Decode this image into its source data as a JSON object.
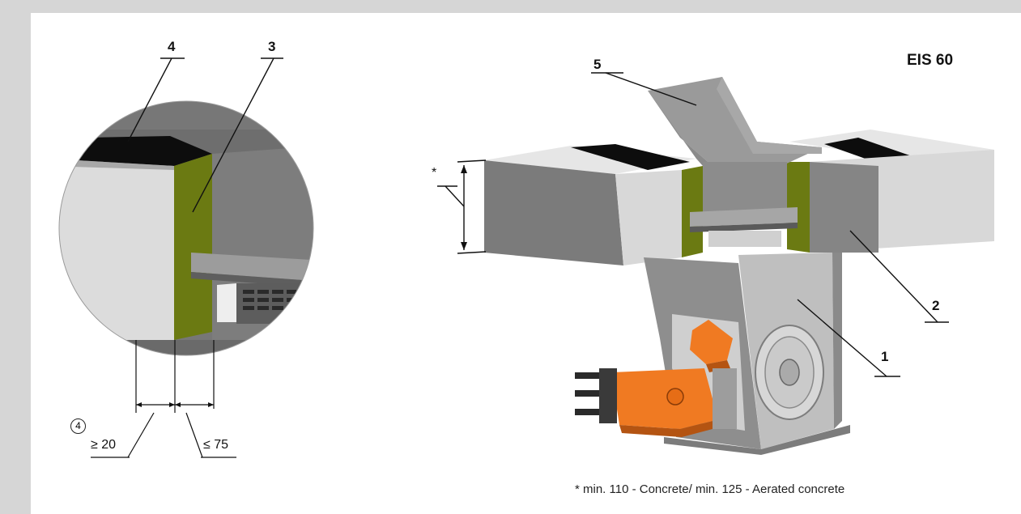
{
  "title": "EIS 60",
  "labels": {
    "l1": "1",
    "l2": "2",
    "l3": "3",
    "l4": "4",
    "l5": "5"
  },
  "detail": {
    "circled_ref": "4",
    "dim_min": "≥ 20",
    "dim_max": "≤ 75"
  },
  "asterisk": "*",
  "footnote": "* min. 110 - Concrete/ min. 125 - Aerated concrete",
  "colors": {
    "concrete_light": "#dcdcdc",
    "concrete_mid": "#b8b8b8",
    "damper_grey": "#9a9a9a",
    "filler_green": "#6b7a12",
    "actuator_orange": "#f07a22",
    "opening_black": "#0d0d0d"
  }
}
